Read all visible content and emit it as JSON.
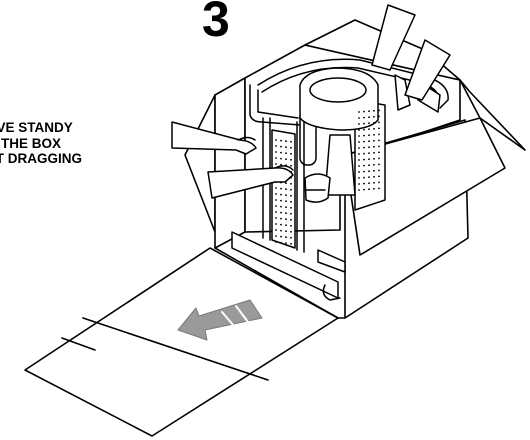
{
  "step": {
    "number": "3"
  },
  "instruction": {
    "lines": [
      "OVE STANDY",
      "M THE BOX",
      "UT DRAGGING"
    ]
  },
  "icons": {
    "illustration": "standy-in-box-illustration",
    "arrow": "pull-direction-arrow-icon"
  },
  "colors": {
    "ink": "#000000",
    "paper": "#ffffff",
    "arrow_fill": "#9a9a9a"
  }
}
